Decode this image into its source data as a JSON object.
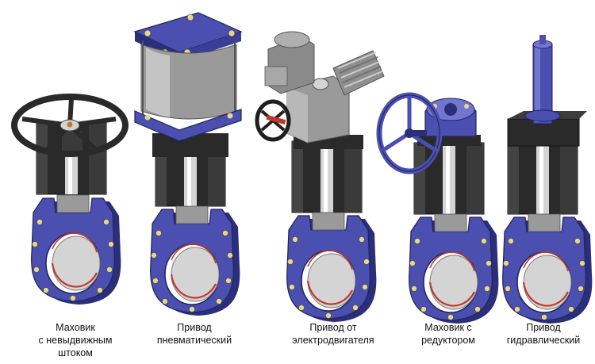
{
  "colors": {
    "body_blue": "#4a4fb0",
    "body_blue_dark": "#2b2f7a",
    "body_blue_light": "#7276cf",
    "block_black": "#2a2a2a",
    "block_grey": "#5a5a5a",
    "metal_grey": "#9a9a9a",
    "metal_light": "#d4d4d4",
    "seal_red": "#c0392b",
    "bolt_yellow": "#e8d78a",
    "background": "#ffffff"
  },
  "valves": [
    {
      "id": "handwheel",
      "caption_lines": [
        "Маховик",
        "с невыдвижным",
        "штоком"
      ],
      "actuator_icon": "handwheel-icon"
    },
    {
      "id": "pneumatic",
      "caption_lines": [
        "Привод",
        "пневматический"
      ],
      "actuator_icon": "pneumatic-cylinder-icon"
    },
    {
      "id": "electric",
      "caption_lines": [
        "Привод от",
        "электродвигателя"
      ],
      "actuator_icon": "electric-motor-icon"
    },
    {
      "id": "gearbox",
      "caption_lines": [
        "Маховик с",
        "редуктором"
      ],
      "actuator_icon": "gearbox-handwheel-icon"
    },
    {
      "id": "hydraulic",
      "caption_lines": [
        "Привод",
        "гидравлический"
      ],
      "actuator_icon": "hydraulic-cylinder-icon"
    }
  ]
}
